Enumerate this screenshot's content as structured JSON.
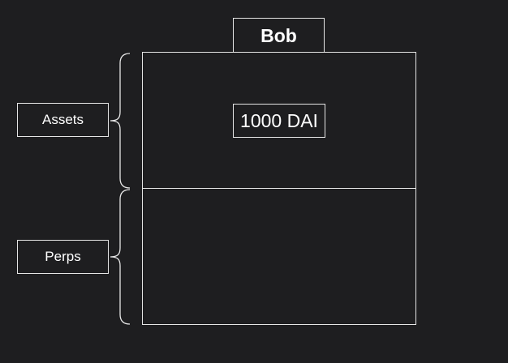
{
  "account": {
    "name": "Bob"
  },
  "sections": {
    "assets": {
      "label": "Assets",
      "value": "1000 DAI"
    },
    "perps": {
      "label": "Perps"
    }
  },
  "colors": {
    "background": "#1e1e20",
    "stroke": "#e6e6e6",
    "text": "#ffffff"
  }
}
